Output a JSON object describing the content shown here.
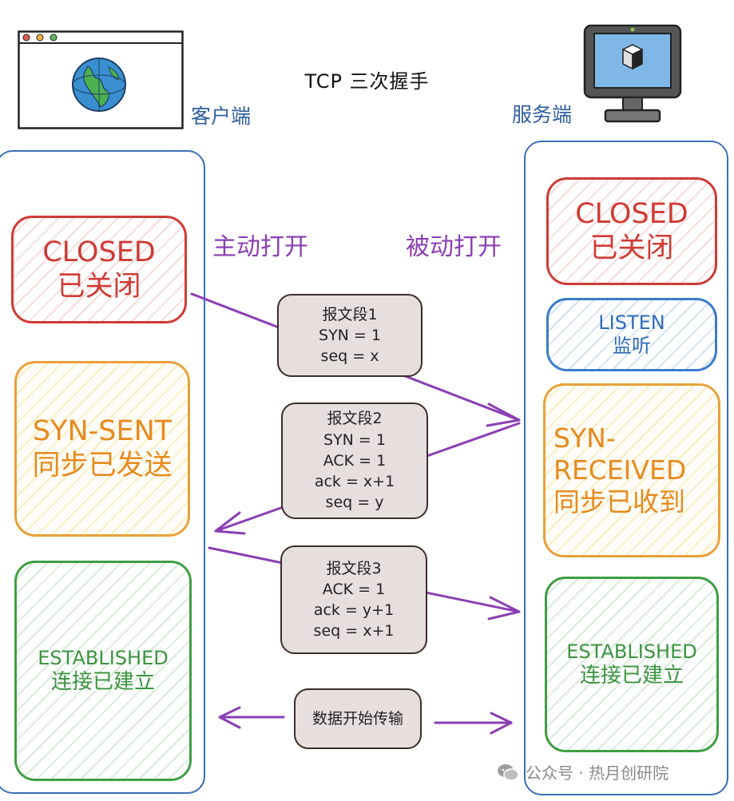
{
  "title": "TCP  三次握手",
  "client": {
    "label": "客户端",
    "states": [
      {
        "name": "CLOSED",
        "cn": "已关闭"
      },
      {
        "name": "SYN-SENT",
        "cn": "同步已发送"
      },
      {
        "name": "ESTABLISHED",
        "cn": "连接已建立"
      }
    ],
    "action": "主动打开"
  },
  "server": {
    "label": "服务端",
    "states": [
      {
        "name": "CLOSED",
        "cn": "已关闭"
      },
      {
        "name": "LISTEN",
        "cn": "监听"
      },
      {
        "name_line1": "SYN-",
        "name_line2": "RECEIVED",
        "cn": "同步已收到"
      },
      {
        "name": "ESTABLISHED",
        "cn": "连接已建立"
      }
    ],
    "action": "被动打开"
  },
  "segments": [
    {
      "title": "报文段1",
      "lines": [
        "SYN = 1",
        "seq = x"
      ]
    },
    {
      "title": "报文段2",
      "lines": [
        "SYN = 1",
        "ACK = 1",
        "ack = x+1",
        "seq = y"
      ]
    },
    {
      "title": "报文段3",
      "lines": [
        "ACK = 1",
        "ack = y+1",
        "seq = x+1"
      ]
    }
  ],
  "data_transfer": "数据开始传输",
  "footer": "公众号 · 热月创研院",
  "colors": {
    "client_frame": "#3b6fb5",
    "arrow": "#8a3fb3",
    "red": "#cf3b35",
    "yellow": "#e68a1e",
    "green": "#3c9440",
    "blue": "#2f6db8"
  }
}
